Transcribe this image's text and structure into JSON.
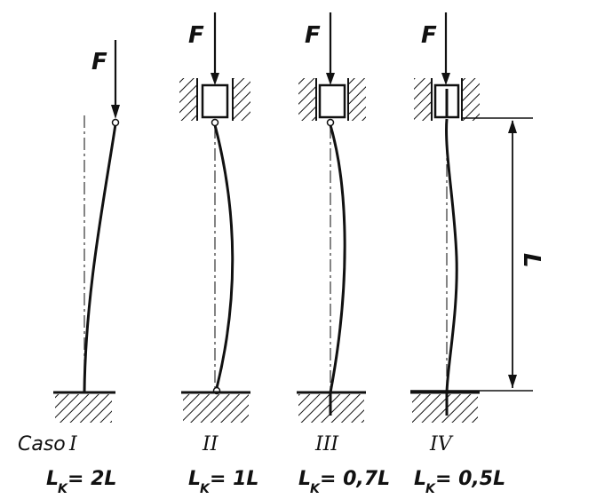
{
  "force_label": "F",
  "cases": [
    {
      "roman": "I",
      "lk_base": "L",
      "lk_sub": "K",
      "lk_rest": "= 2L",
      "caso_word": "Caso"
    },
    {
      "roman": "II",
      "lk_base": "L",
      "lk_sub": "K",
      "lk_rest": "= 1L"
    },
    {
      "roman": "III",
      "lk_base": "L",
      "lk_sub": "K",
      "lk_rest": "= 0,7L"
    },
    {
      "roman": "IV",
      "lk_base": "L",
      "lk_sub": "K",
      "lk_rest": "= 0,5L"
    }
  ],
  "dimension_label": "L"
}
